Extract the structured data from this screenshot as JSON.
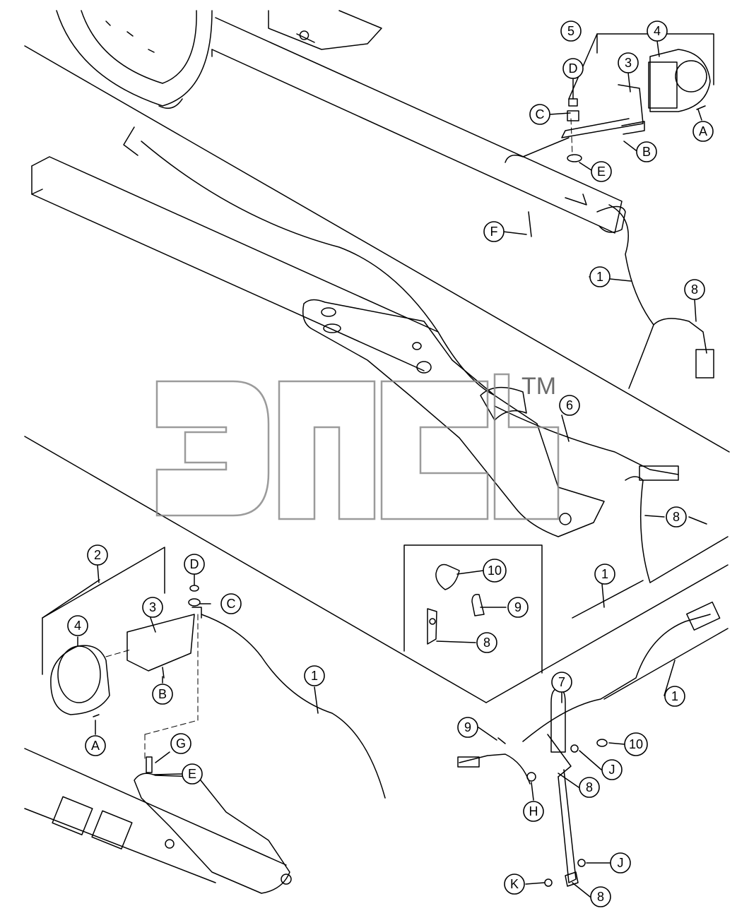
{
  "watermark": {
    "text": "эпс",
    "trademark": "TM",
    "color": "#8a8a8a"
  },
  "callouts": [
    "5",
    "4",
    "3",
    "D",
    "C",
    "A",
    "B",
    "E",
    "F",
    "1",
    "8",
    "6",
    "8",
    "1",
    "10",
    "9",
    "8",
    "2",
    "D",
    "3",
    "C",
    "4",
    "B",
    "1",
    "A",
    "G",
    "E",
    "7",
    "1",
    "9",
    "10",
    "J",
    "8",
    "H",
    "J",
    "K",
    "8"
  ],
  "colors": {
    "ink": "#000000",
    "paper": "#ffffff"
  }
}
